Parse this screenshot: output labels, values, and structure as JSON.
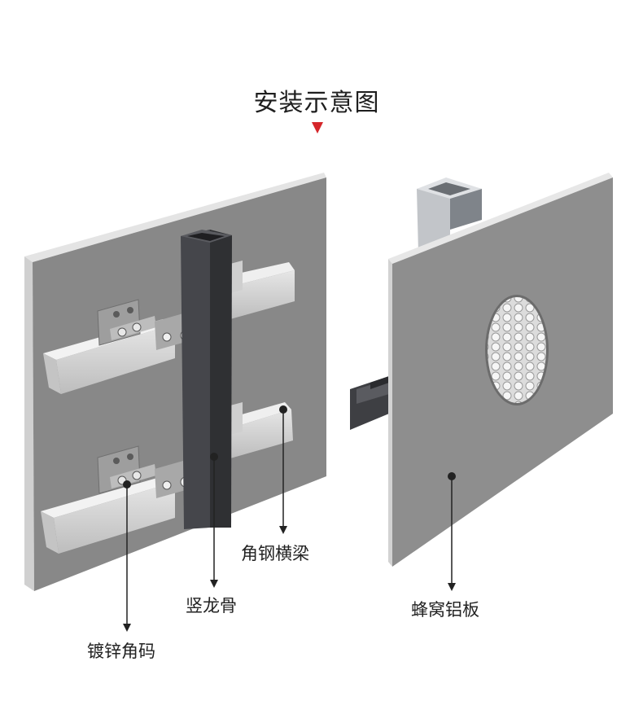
{
  "title": "安装示意图",
  "labels": {
    "angle_steel_beam": "角钢横梁",
    "vertical_keel": "竖龙骨",
    "galvanized_bracket": "镀锌角码",
    "honeycomb_panel": "蜂窝铝板"
  },
  "colors": {
    "title_arrow": "#d5262a",
    "panel_face": "#8a8a8a",
    "panel_edge": "#d9d9d9",
    "steel_dark": "#3d3e42",
    "angle_light": "#d2d2d2"
  }
}
